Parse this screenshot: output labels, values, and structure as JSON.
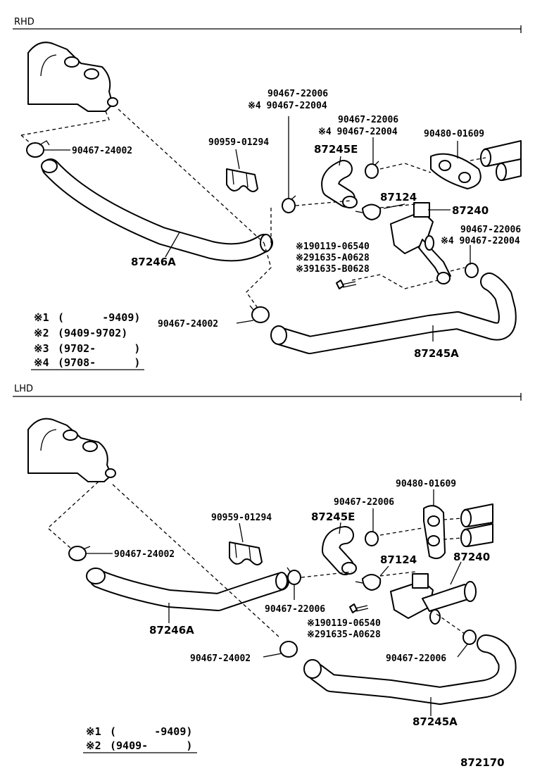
{
  "rhd": {
    "section_label": "RHD",
    "labels": {
      "p90467_22006_a": "90467-22006",
      "p90467_22004_a": "※4 90467-22004",
      "p90467_22006_b": "90467-22006",
      "p90467_22004_b": "※4 90467-22004",
      "p90480_01609": "90480-01609",
      "p90959_01294": "90959-01294",
      "p87245E": "87245E",
      "p90467_24002_top": "90467-24002",
      "p87124": "87124",
      "p87240": "87240",
      "p90467_22006_c": "90467-22006",
      "p90467_22004_c": "※4 90467-22004",
      "p190119": "※190119-06540",
      "p291635": "※291635-A0628",
      "p391635": "※391635-B0628",
      "p87246A": "87246A",
      "p90467_24002_bot": "90467-24002",
      "p87245A": "87245A"
    },
    "legend": [
      {
        "mark": "※1",
        "range": "(      -9409)"
      },
      {
        "mark": "※2",
        "range": "(9409-9702)"
      },
      {
        "mark": "※3",
        "range": "(9702-      )"
      },
      {
        "mark": "※4",
        "range": "(9708-      )"
      }
    ]
  },
  "lhd": {
    "section_label": "LHD",
    "labels": {
      "p90480_01609": "90480-01609",
      "p90467_22006_a": "90467-22006",
      "p90959_01294": "90959-01294",
      "p87245E": "87245E",
      "p87124": "87124",
      "p87240": "87240",
      "p90467_24002_top": "90467-24002",
      "p90467_22006_b": "90467-22006",
      "p190119": "※190119-06540",
      "p291635": "※291635-A0628",
      "p87246A": "87246A",
      "p90467_22006_c": "90467-22006",
      "p90467_24002_bot": "90467-24002",
      "p87245A": "87245A"
    },
    "legend": [
      {
        "mark": "※1",
        "range": "(      -9409)"
      },
      {
        "mark": "※2",
        "range": "(9409-      )"
      }
    ]
  },
  "diagram_number": "872170"
}
